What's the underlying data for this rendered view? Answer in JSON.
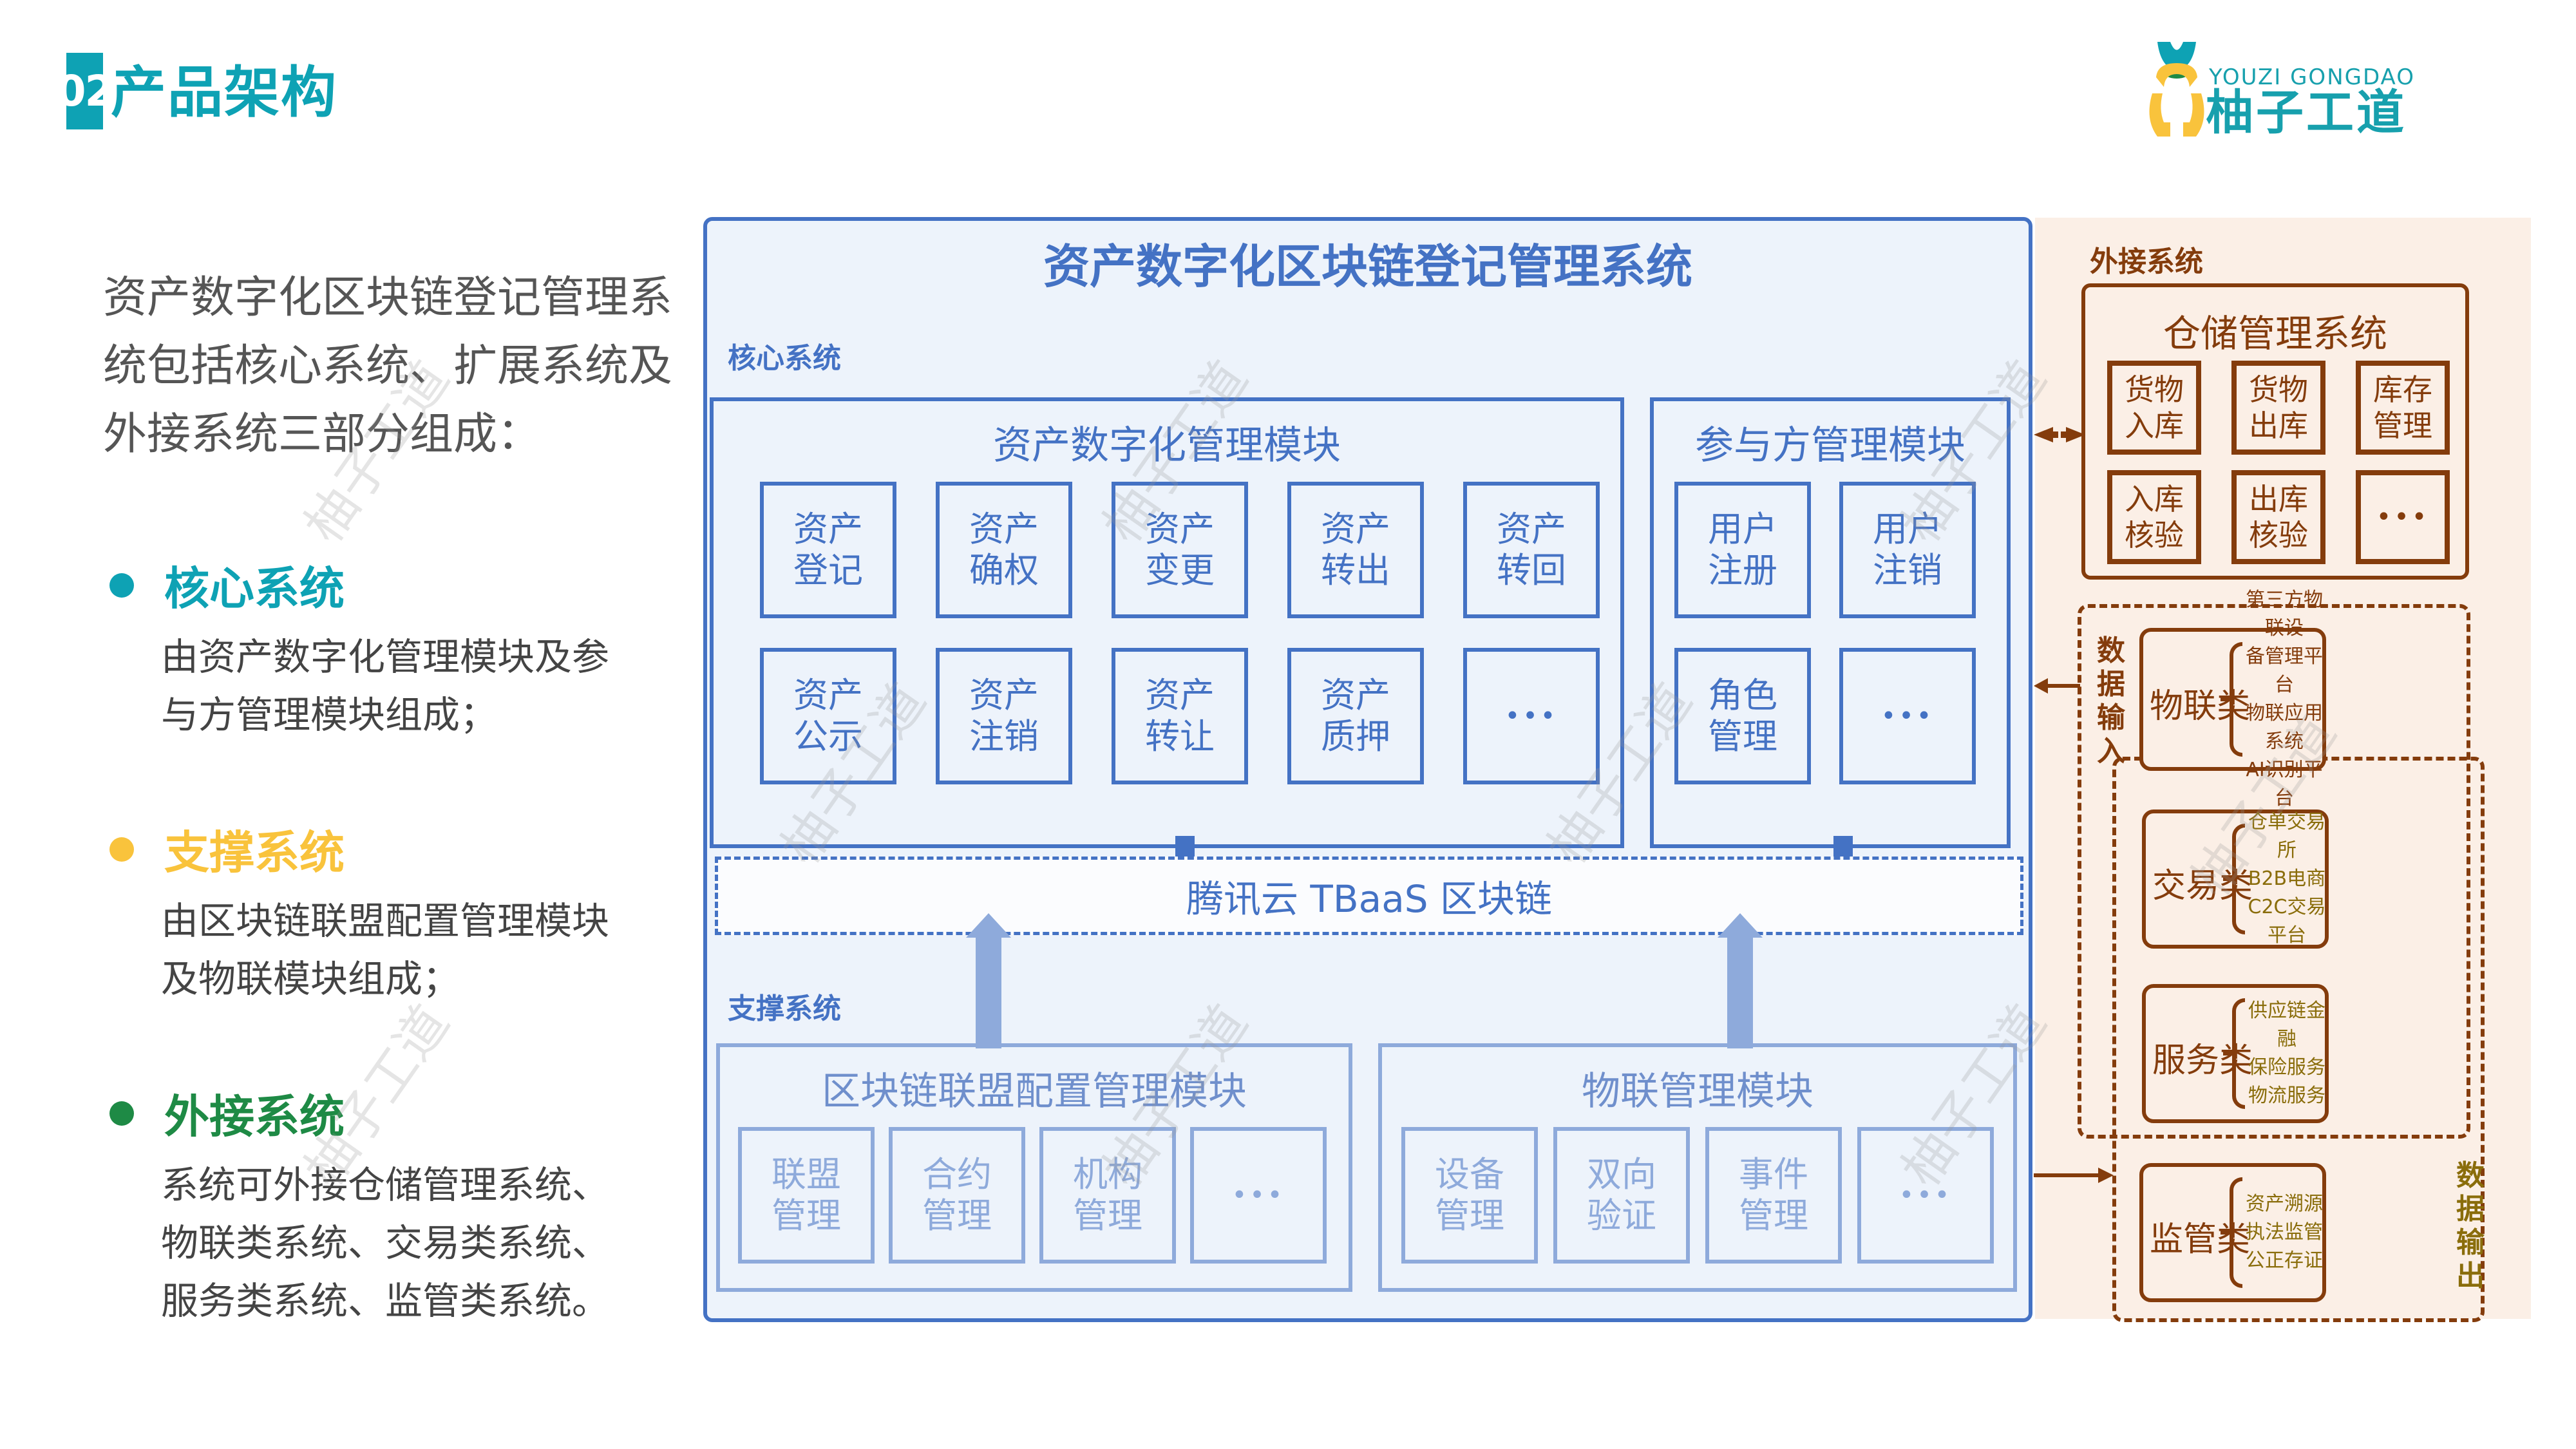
{
  "header": {
    "section_number": "02",
    "title": "产品架构"
  },
  "logo": {
    "name_en": "YOUZI GONGDAO",
    "name_cn": "柚子工道",
    "colors": {
      "teal": "#0ea2b4",
      "yellow": "#f9c33c",
      "green": "#1e8a45"
    }
  },
  "intro": {
    "text": "资产数字化区块链登记管理系统包括核心系统、扩展系统及外接系统三部分组成："
  },
  "bullets": [
    {
      "title": "核心系统",
      "color": "#0ea2b4",
      "desc": "由资产数字化管理模块及参与方管理模块组成；"
    },
    {
      "title": "支撑系统",
      "color": "#f9c33c",
      "desc": "由区块链联盟配置管理模块及物联模块组成；"
    },
    {
      "title": "外接系统",
      "color": "#1e8a45",
      "desc": "系统可外接仓储管理系统、物联类系统、交易类系统、服务类系统、监管类系统。"
    }
  ],
  "diagram": {
    "title": "资产数字化区块链登记管理系统",
    "core": {
      "label": "核心系统",
      "asset_module": {
        "title": "资产数字化管理模块",
        "cells": [
          [
            "资产",
            "登记"
          ],
          [
            "资产",
            "确权"
          ],
          [
            "资产",
            "变更"
          ],
          [
            "资产",
            "转出"
          ],
          [
            "资产",
            "转回"
          ],
          [
            "资产",
            "公示"
          ],
          [
            "资产",
            "注销"
          ],
          [
            "资产",
            "转让"
          ],
          [
            "资产",
            "质押"
          ],
          [
            "•••",
            ""
          ]
        ]
      },
      "participant_module": {
        "title": "参与方管理模块",
        "cells": [
          [
            "用户",
            "注册"
          ],
          [
            "用户",
            "注销"
          ],
          [
            "角色",
            "管理"
          ],
          [
            "•••",
            ""
          ]
        ]
      }
    },
    "chain": {
      "label": "腾讯云 TBaaS 区块链"
    },
    "support": {
      "label": "支撑系统",
      "alliance_module": {
        "title": "区块链联盟配置管理模块",
        "cells": [
          [
            "联盟",
            "管理"
          ],
          [
            "合约",
            "管理"
          ],
          [
            "机构",
            "管理"
          ],
          [
            "•••",
            ""
          ]
        ]
      },
      "iot_module": {
        "title": "物联管理模块",
        "cells": [
          [
            "设备",
            "管理"
          ],
          [
            "双向",
            "验证"
          ],
          [
            "事件",
            "管理"
          ],
          [
            "•••",
            ""
          ]
        ]
      }
    },
    "external": {
      "label": "外接系统",
      "warehouse": {
        "title": "仓储管理系统",
        "cells": [
          [
            "货物",
            "入库"
          ],
          [
            "货物",
            "出库"
          ],
          [
            "库存",
            "管理"
          ],
          [
            "入库",
            "核验"
          ],
          [
            "出库",
            "核验"
          ],
          [
            "•••",
            ""
          ]
        ]
      },
      "data_input_label": "数据输入",
      "data_output_label": "数据输出",
      "categories": [
        {
          "name": "物联类",
          "items": [
            "第三方物联设",
            "备管理平台",
            "物联应用系统",
            "AI识别平台"
          ]
        },
        {
          "name": "交易类",
          "items": [
            "仓单交易所",
            "B2B电商",
            "C2C交易平台"
          ]
        },
        {
          "name": "服务类",
          "items": [
            "供应链金融",
            "保险服务",
            "物流服务"
          ]
        },
        {
          "name": "监管类",
          "items": [
            "资产溯源",
            "执法监管",
            "公正存证"
          ]
        }
      ]
    },
    "colors": {
      "blue": "#4472c4",
      "light_blue": "#8eaadb",
      "brown": "#843c0c",
      "olive": "#8a6d0b",
      "panel_bg": "#fbefe6",
      "main_bg": "#edf3fb"
    }
  },
  "watermark": "柚子工道"
}
